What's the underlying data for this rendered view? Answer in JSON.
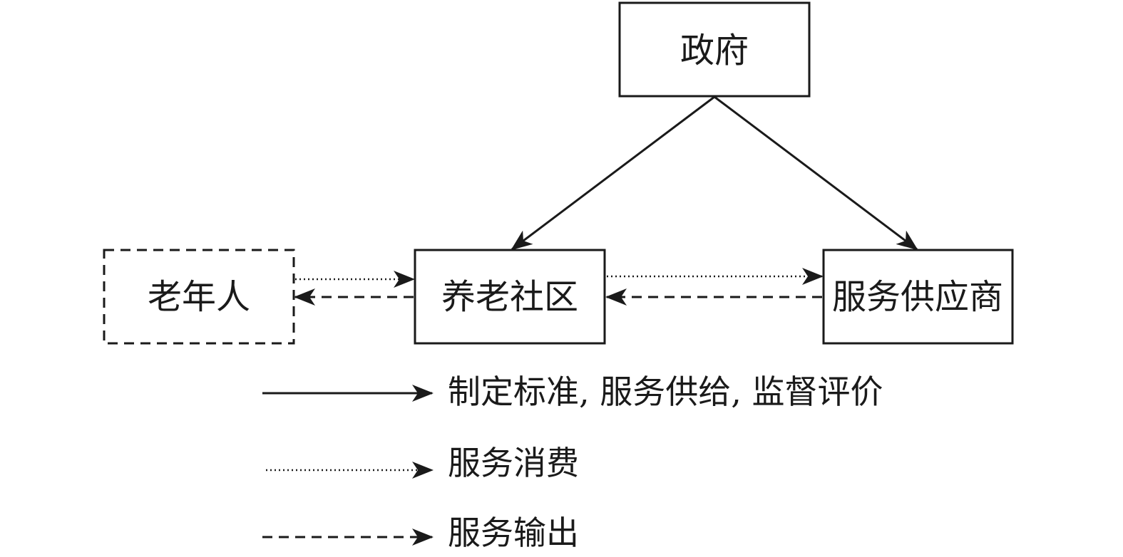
{
  "nodes": {
    "government": {
      "label": "政府",
      "border": "solid"
    },
    "community": {
      "label": "养老社区",
      "border": "solid"
    },
    "elderly": {
      "label": "老年人",
      "border": "dashed"
    },
    "provider": {
      "label": "服务供应商",
      "border": "solid"
    }
  },
  "legend": {
    "solid": {
      "label": "制定标准, 服务供给, 监督评价",
      "line_style": "solid"
    },
    "dotted": {
      "label": "服务消费",
      "line_style": "dotted"
    },
    "dashed": {
      "label": "服务输出",
      "line_style": "dashed"
    }
  },
  "edges": [
    {
      "from": "government",
      "to": "community",
      "style": "solid"
    },
    {
      "from": "government",
      "to": "provider",
      "style": "solid"
    },
    {
      "from": "elderly",
      "to": "community",
      "style": "dotted"
    },
    {
      "from": "community",
      "to": "elderly",
      "style": "dashed"
    },
    {
      "from": "community",
      "to": "provider",
      "style": "dotted"
    },
    {
      "from": "provider",
      "to": "community",
      "style": "dashed"
    }
  ],
  "colors": {
    "stroke": "#1a1a1a",
    "background": "#ffffff"
  }
}
